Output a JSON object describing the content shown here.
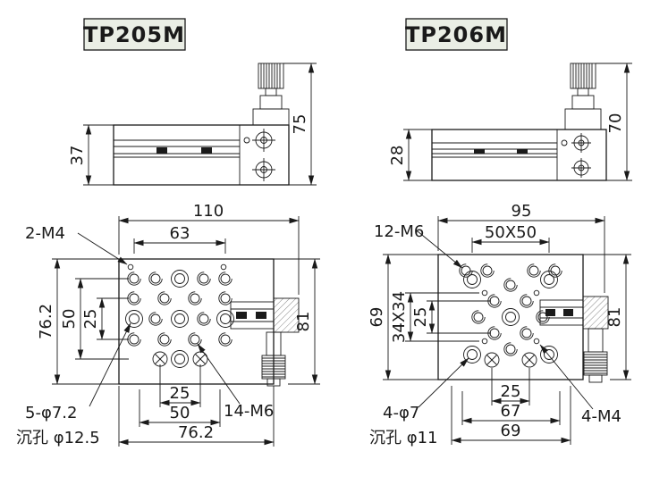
{
  "tp205m": {
    "title": "TP205M",
    "side": {
      "height": "37",
      "total_height": "75"
    },
    "top": {
      "width": "110",
      "hole_span": "63",
      "m4_label": "2-M4",
      "height": "76.2",
      "row_span": "50",
      "row_inner": "25",
      "right_height": "81",
      "bottom_inner": "25",
      "bottom_mid": "50",
      "bottom_outer": "76.2",
      "cb_label": "5-φ7.2",
      "cb_note": "沉孔 φ12.5",
      "m6_label": "14-M6"
    }
  },
  "tp206m": {
    "title": "TP206M",
    "side": {
      "height": "28",
      "total_height": "70"
    },
    "top": {
      "width": "95",
      "square": "50X50",
      "m6_label": "12-M6",
      "height": "69",
      "square_inner": "34X34",
      "row_inner": "25",
      "right_height": "81",
      "bottom_inner": "25",
      "bottom_mid": "67",
      "bottom_outer": "69",
      "cb_label": "4-φ7",
      "cb_note": "沉孔 φ11",
      "m4_label": "4-M4"
    }
  }
}
